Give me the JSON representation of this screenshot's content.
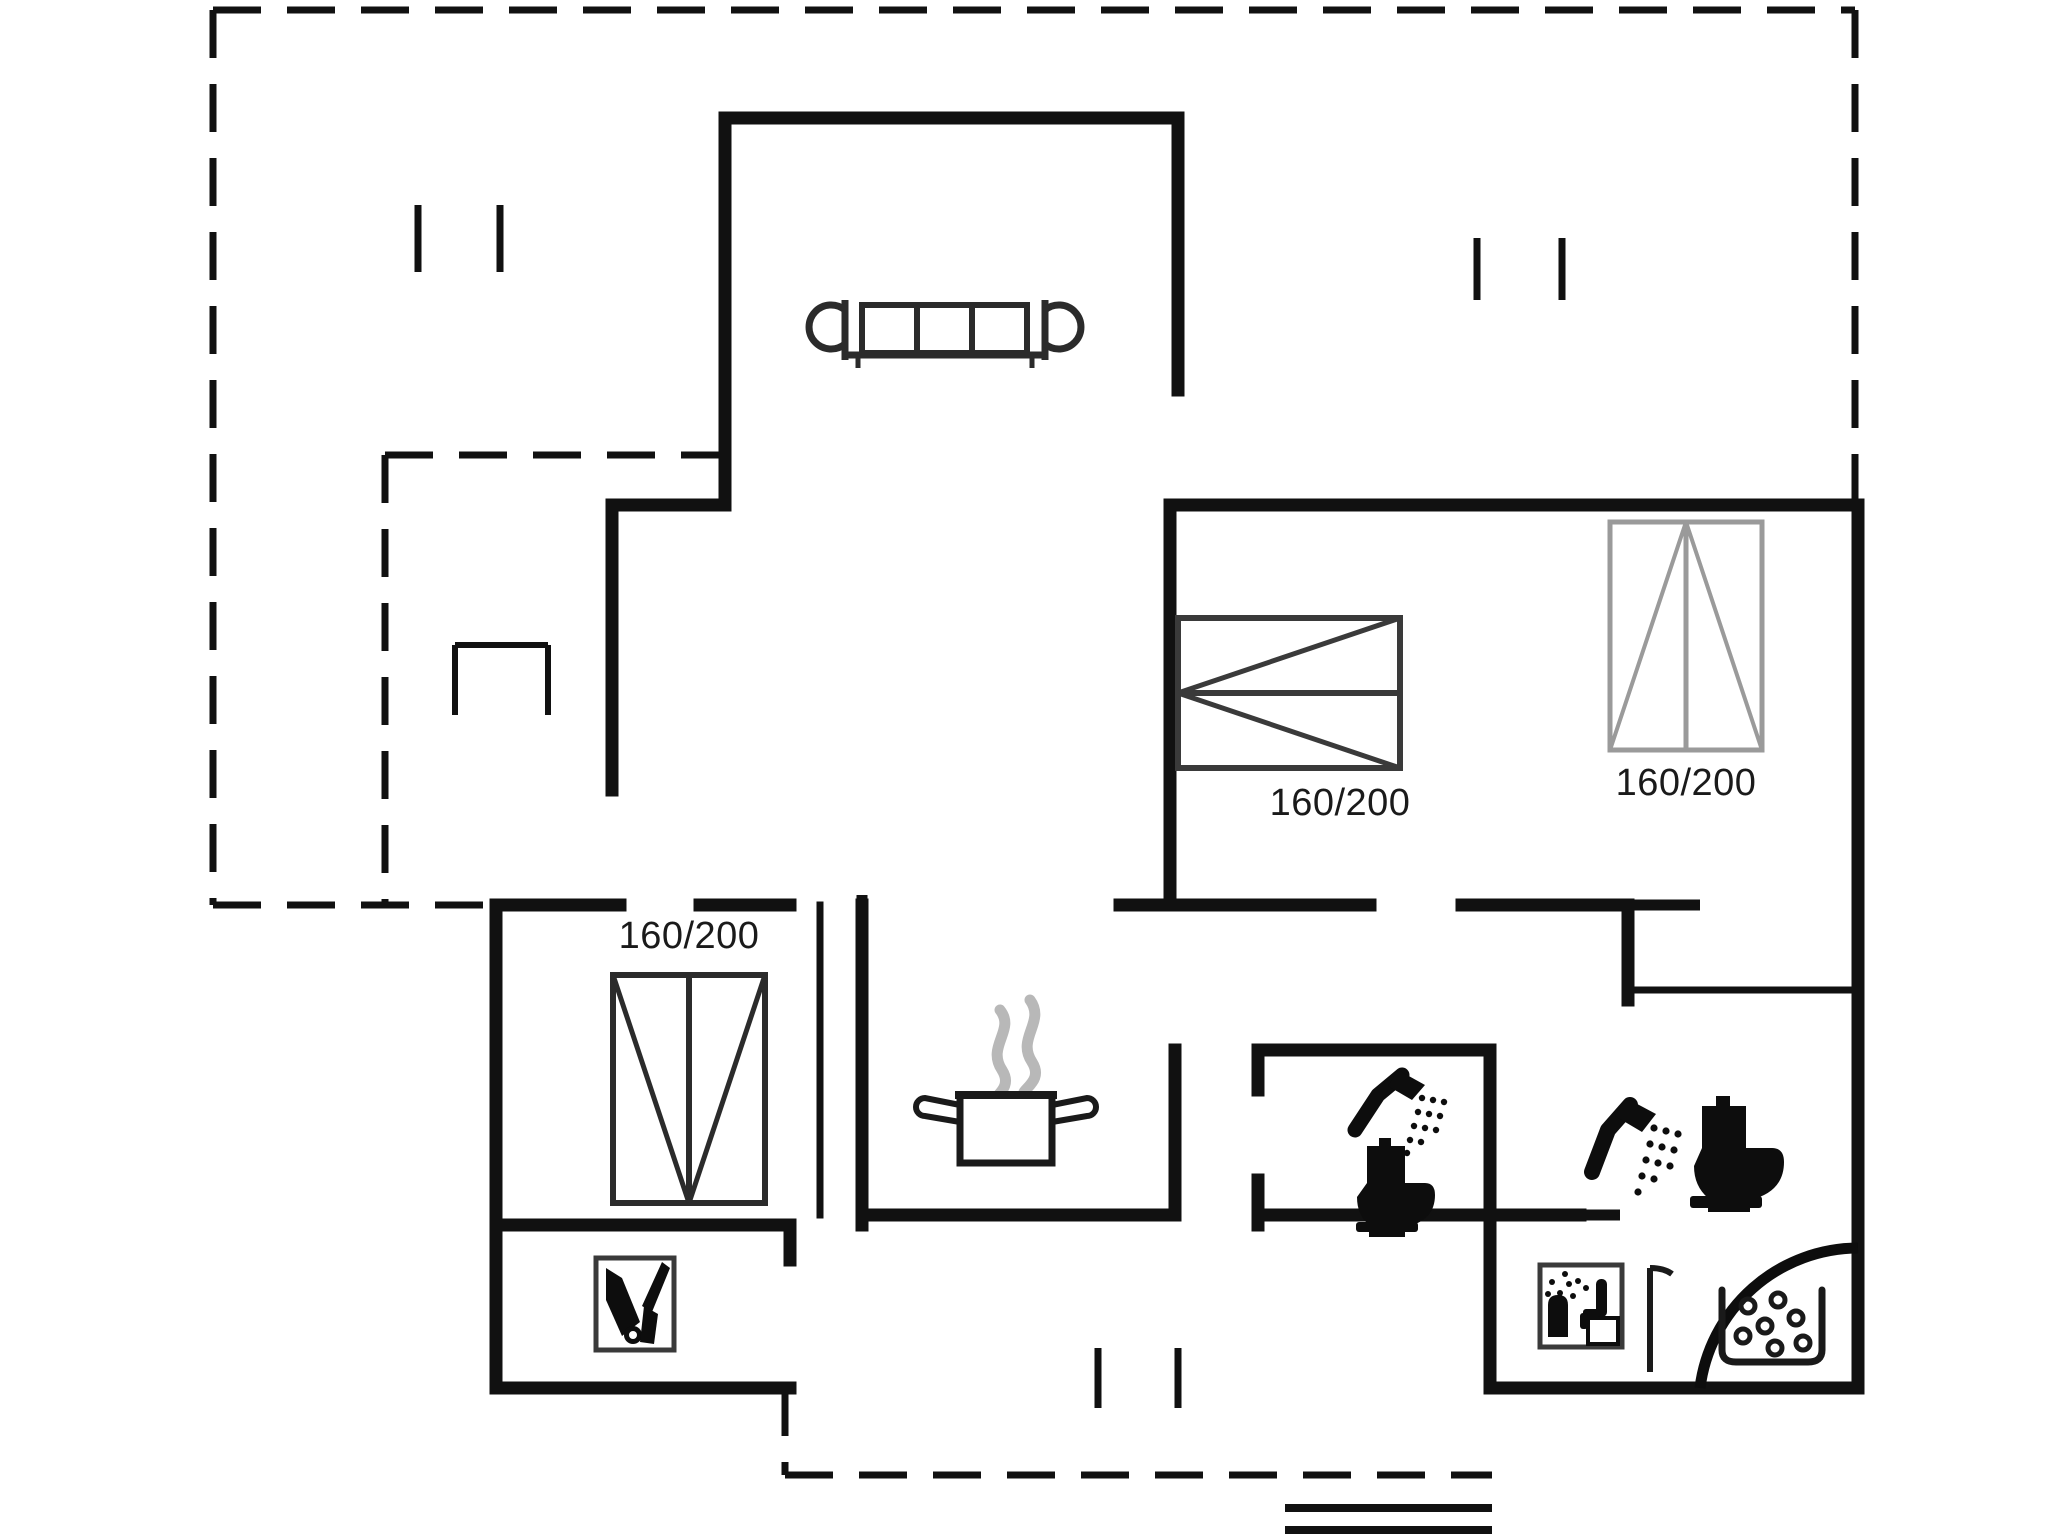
{
  "document": {
    "type": "floor-plan",
    "title": "Holiday house floor plan",
    "background_color": "#ffffff",
    "line_color": "#111111",
    "furniture_outline_color": "#555555",
    "steam_color": "#b8b8b8"
  },
  "labels": {
    "bed_master_center": "160/200",
    "bed_right_top": "160/200",
    "bed_left_bottom": "160/200"
  },
  "rooms": [
    {
      "name": "living-room",
      "icons": [
        "sofa-icon"
      ]
    },
    {
      "name": "bedroom-center",
      "icons": [
        "bed-icon"
      ],
      "dimension": "160/200"
    },
    {
      "name": "bedroom-right",
      "icons": [
        "bed-icon"
      ],
      "dimension": "160/200"
    },
    {
      "name": "bedroom-left",
      "icons": [
        "bed-icon"
      ],
      "dimension": "160/200"
    },
    {
      "name": "kitchen",
      "icons": [
        "cooking-pot-icon"
      ]
    },
    {
      "name": "bathroom-small",
      "icons": [
        "shower-icon",
        "toilet-icon"
      ]
    },
    {
      "name": "bathroom-large",
      "icons": [
        "shower-icon",
        "toilet-icon",
        "whirlpool-icon"
      ]
    },
    {
      "name": "sauna-room",
      "icons": [
        "sauna-icon"
      ]
    },
    {
      "name": "utility-room",
      "icons": [
        "cleaning-tools-icon"
      ]
    },
    {
      "name": "terrace",
      "icons": [
        "outdoor-table-icon"
      ]
    }
  ],
  "icons": {
    "sofa": "sofa-icon",
    "bed": "bed-icon",
    "cooking_pot": "cooking-pot-icon",
    "shower": "shower-icon",
    "toilet": "toilet-icon",
    "whirlpool": "whirlpool-icon",
    "sauna": "sauna-icon",
    "cleaning_tools": "cleaning-tools-icon",
    "window": "window-mark-icon",
    "outdoor_table": "outdoor-table-icon"
  },
  "chart_data": {
    "type": "table",
    "title": "Floor plan room dimensions",
    "categories": [
      "bedroom-center",
      "bedroom-right",
      "bedroom-left"
    ],
    "values": [
      "160/200",
      "160/200",
      "160/200"
    ]
  }
}
